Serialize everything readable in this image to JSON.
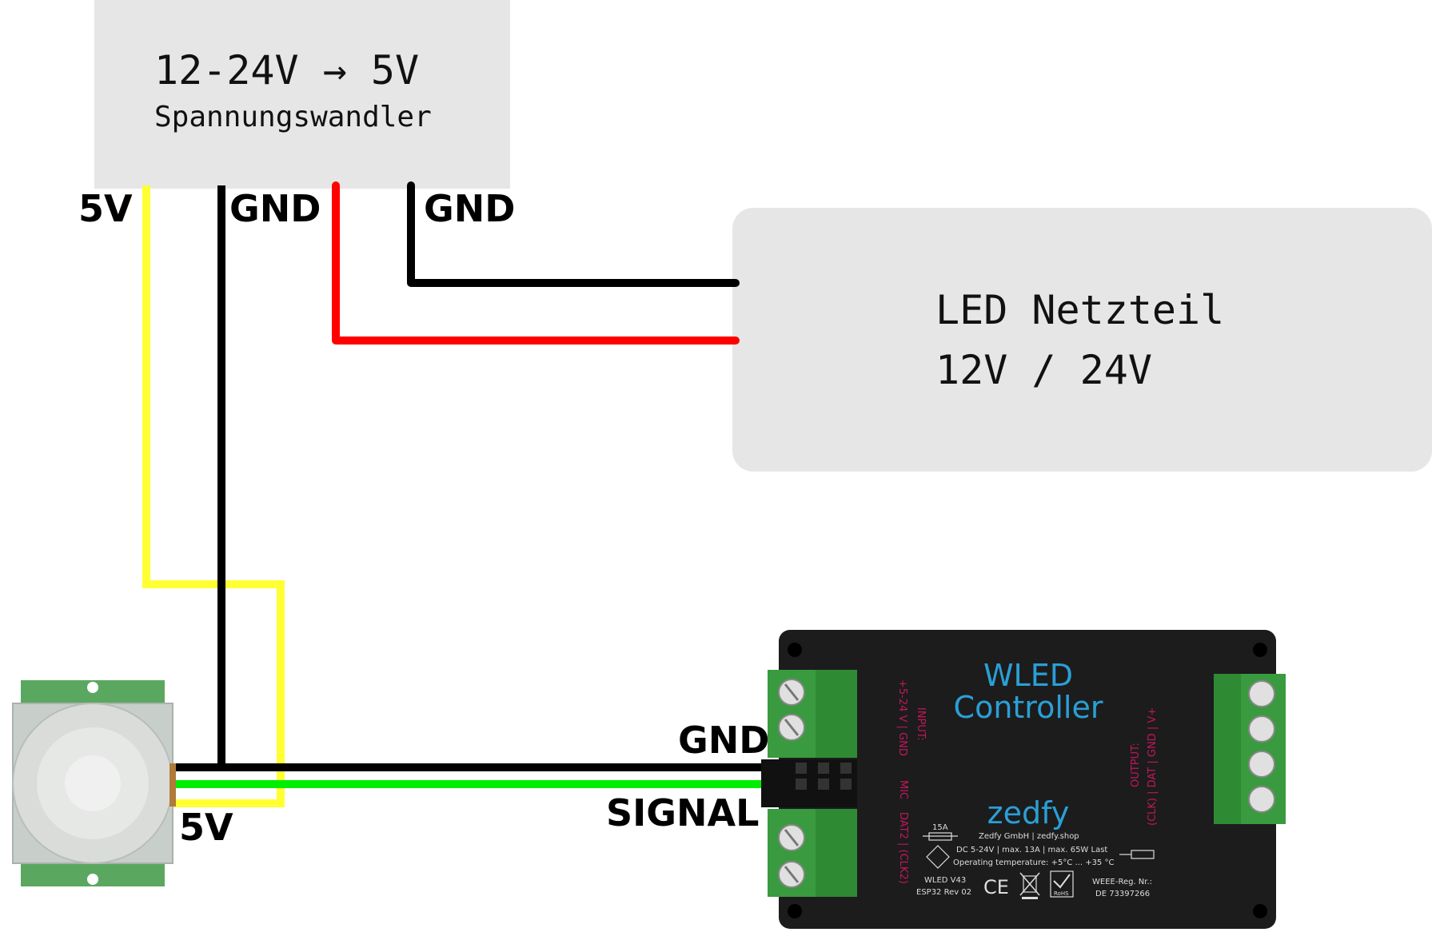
{
  "converter": {
    "title": "12-24V → 5V",
    "subtitle": "Spannungswandler"
  },
  "psu": {
    "title": "LED Netzteil",
    "subtitle": "12V / 24V"
  },
  "wire_labels": {
    "conv_5v": "5V",
    "conv_gnd": "GND",
    "psu_gnd": "GND",
    "ctrl_gnd": "GND",
    "ctrl_signal": "SIGNAL",
    "pir_5v": "5V"
  },
  "colors": {
    "yellow": "#ffff33",
    "black": "#000000",
    "red": "#ff0000",
    "green": "#00ee00",
    "box_fill": "#e6e6e6",
    "controller_body": "#1a1a1a",
    "terminal_green": "#3a9a3f",
    "accent_blue": "#2a9fd6",
    "accent_pink": "#c2185b"
  },
  "controller": {
    "title_line1": "WLED",
    "title_line2": "Controller",
    "brand": "zedfy",
    "input_label": "INPUT:",
    "input_pins": "+5-24 V | GND",
    "mic_label": "MIC",
    "dat2_label": "DAT2 | (CLK2)",
    "output_label": "OUTPUT:",
    "output_pins": "(CLK) | DAT | GND | V+",
    "fuse": "15A",
    "company": "Zedfy GmbH | zedfy.shop",
    "spec": "DC 5-24V | max. 13A | max. 65W Last",
    "temp": "Operating temperature: +5°C ... +35 °C",
    "model": "WLED V43",
    "rev": "ESP32 Rev 02",
    "weee_label": "WEEE-Reg. Nr.:",
    "weee_no": "DE 73397266",
    "ce": "CE",
    "rohs": "RoHS"
  },
  "icons": [
    "pir-sensor-icon",
    "screw-terminal-icon",
    "mounting-hole-icon",
    "fuse-icon",
    "ce-mark-icon",
    "weee-bin-icon",
    "rohs-check-icon"
  ]
}
